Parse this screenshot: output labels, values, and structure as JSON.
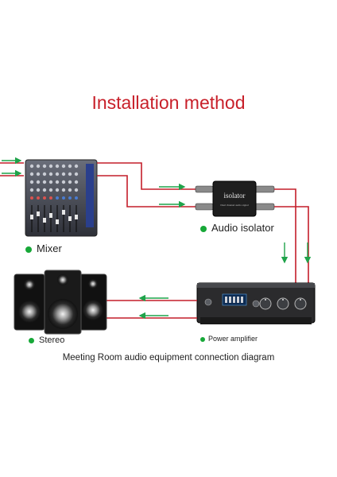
{
  "title": "Installation method",
  "labels": {
    "mixer": "Mixer",
    "isolator": "Audio isolator",
    "stereo": "Stereo",
    "amplifier": "Power amplifier"
  },
  "device_text": {
    "isolator_name": "isolator",
    "isolator_sub": "Dual channel audio signal"
  },
  "caption": "Meeting Room audio equipment connection diagram",
  "colors": {
    "title": "#c8202a",
    "cable": "#c41e2a",
    "arrow": "#1fa34a",
    "bullet": "#17a838"
  },
  "icons": [
    "mixer-device",
    "isolator-device",
    "speaker-stack",
    "power-amplifier-device"
  ]
}
